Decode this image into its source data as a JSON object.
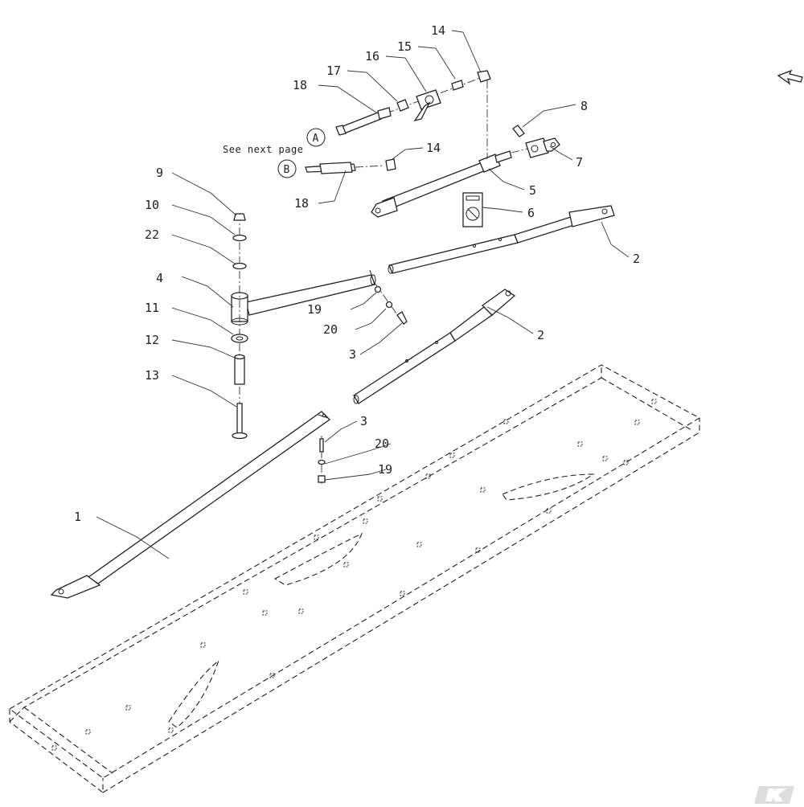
{
  "diagram": {
    "note": "See next page",
    "circle_labels": [
      "A",
      "B"
    ],
    "callouts": [
      "1",
      "2",
      "2",
      "3",
      "3",
      "4",
      "5",
      "6",
      "7",
      "8",
      "9",
      "10",
      "11",
      "12",
      "13",
      "14",
      "14",
      "15",
      "16",
      "17",
      "18",
      "18",
      "19",
      "19",
      "20",
      "20",
      "22"
    ]
  },
  "colors": {
    "line": "#222222",
    "background": "#ffffff",
    "watermark": "#dddddd"
  },
  "icons": {
    "nav": "arrow-icon",
    "logo": "brand-logo-icon"
  }
}
